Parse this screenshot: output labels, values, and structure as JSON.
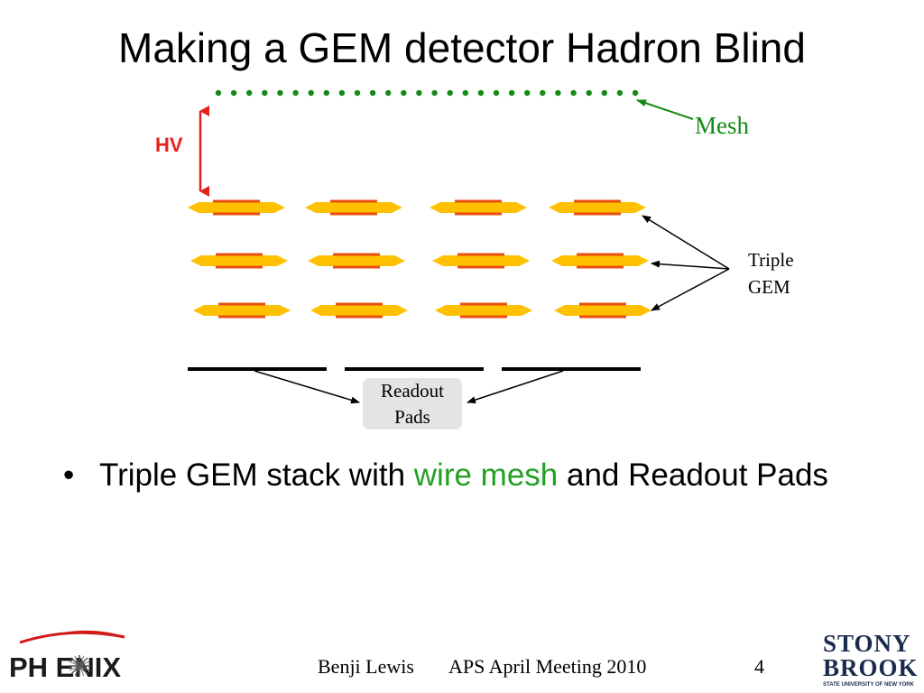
{
  "slide": {
    "title": "Making a GEM detector Hadron Blind"
  },
  "diagram": {
    "hv_label": "HV",
    "mesh_label": "Mesh",
    "gem_label_line1": "Triple",
    "gem_label_line2": "GEM",
    "pads_label_line1": "Readout",
    "pads_label_line2": "Pads",
    "colors": {
      "mesh": "#138a13",
      "hv": "#e8201c",
      "gem_body": "#ffc000",
      "gem_electrode": "#e84e0f",
      "pads_box": "#e4e4e4"
    }
  },
  "bullet": {
    "text_before": "Triple GEM stack with ",
    "highlight": "wire mesh",
    "text_after": " and Readout Pads"
  },
  "footer": {
    "author": "Benji Lewis",
    "meeting": "APS April Meeting 2010",
    "page": "4",
    "left_logo_text": "PH ENIX",
    "right_logo_line1": "STONY",
    "right_logo_line2": "BROOK",
    "right_logo_sub": "STATE UNIVERSITY OF NEW YORK"
  }
}
